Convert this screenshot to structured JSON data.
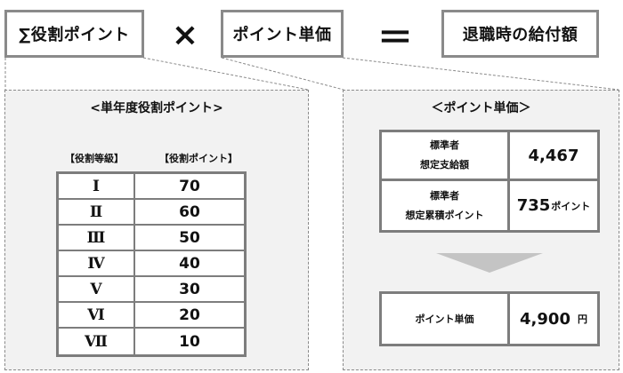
{
  "formula": {
    "sum_role_points": "∑役割ポイント",
    "times": "×",
    "point_unit_price": "ポイント単価",
    "equals": "＝",
    "retirement_benefit": "退職時の給付額"
  },
  "left_panel": {
    "title": "<単年度役割ポイント>",
    "col_grade": "【役割等級】",
    "col_points": "【役割ポイント】",
    "rows": [
      {
        "grade": "Ⅰ",
        "points": "70"
      },
      {
        "grade": "Ⅱ",
        "points": "60"
      },
      {
        "grade": "Ⅲ",
        "points": "50"
      },
      {
        "grade": "Ⅳ",
        "points": "40"
      },
      {
        "grade": "Ⅴ",
        "points": "30"
      },
      {
        "grade": "Ⅵ",
        "points": "20"
      },
      {
        "grade": "Ⅶ",
        "points": "10"
      }
    ]
  },
  "right_panel": {
    "title": "＜ポイント単価＞",
    "std_pay_label_1": "標準者",
    "std_pay_label_2": "想定支給額",
    "std_pay_value": "4,467",
    "std_points_label_1": "標準者",
    "std_points_label_2": "想定累積ポイント",
    "std_points_value": "735",
    "std_points_unit": "ポイント",
    "unit_price_label": "ポイント単価",
    "unit_price_value": "4,900",
    "unit_price_unit": "円"
  },
  "colors": {
    "border": "#8a8a8a",
    "panel_bg": "#f2f2f2",
    "arrow": "#c4c4c4"
  }
}
